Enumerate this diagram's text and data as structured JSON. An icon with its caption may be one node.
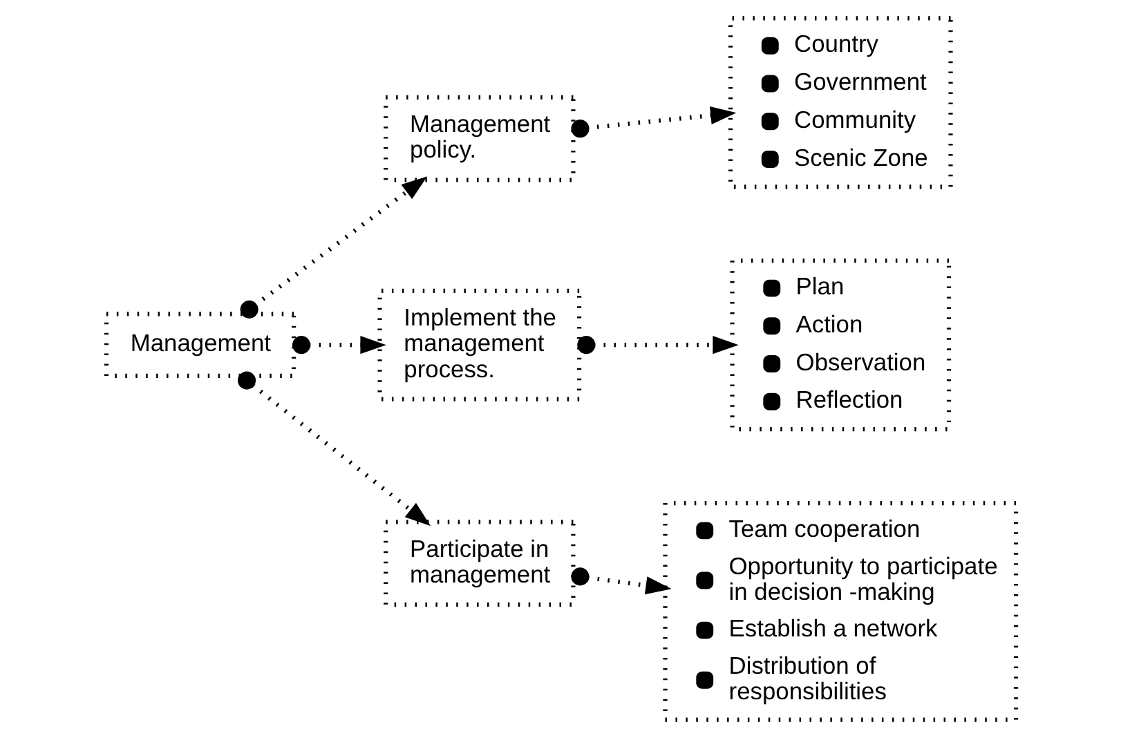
{
  "diagram": {
    "nodes": [
      {
        "text": [
          "Management"
        ]
      },
      {
        "text": [
          "Management policy."
        ]
      },
      {
        "text": [
          "Implement the management process."
        ]
      },
      {
        "text": [
          "Participate in management"
        ]
      },
      {
        "text": [
          "Country",
          "Government",
          "Community",
          "Scenic Zone"
        ]
      },
      {
        "text": [
          "Plan",
          "Action",
          "Observation",
          "Reflection"
        ]
      },
      {
        "text": [
          "Team cooperation",
          "Opportunity to participate in decision -making",
          "Establish a network",
          "Distribution of responsibilities"
        ]
      }
    ],
    "edges": [
      {
        "from": 0,
        "to": 1,
        "arrow": "to"
      },
      {
        "from": 0,
        "to": 2,
        "arrow": "to"
      },
      {
        "from": 0,
        "to": 3,
        "arrow": "to"
      },
      {
        "from": 1,
        "to": 4,
        "arrow": "to"
      },
      {
        "from": 2,
        "to": 5,
        "arrow": "to"
      },
      {
        "from": 3,
        "to": 6,
        "arrow": "to"
      }
    ]
  }
}
